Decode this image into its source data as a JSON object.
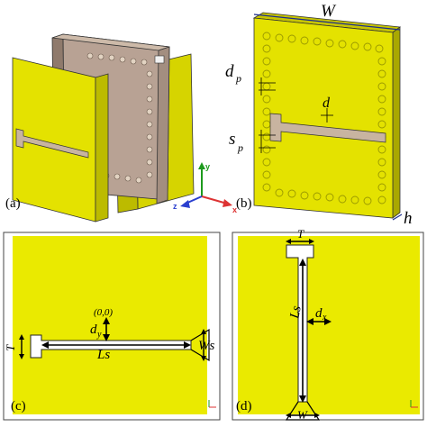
{
  "panels": {
    "a": {
      "label": "(a)"
    },
    "b": {
      "label": "(b)"
    },
    "c": {
      "label": "(c)"
    },
    "d": {
      "label": "(d)"
    }
  },
  "axes": {
    "y": "y",
    "z": "z",
    "x": "x"
  },
  "dims": {
    "W": "W",
    "h": "h",
    "dp": "d",
    "dp_sub": "p",
    "d": "d",
    "sp": "s",
    "sp_sub": "p",
    "origin": "(0,0)",
    "dy": "d",
    "dy_sub": "y",
    "Ls": "Ls",
    "Ws": "Ws",
    "T": "T",
    "dx": "d",
    "dx_sub": "x",
    "W_bottom": "W"
  },
  "colors": {
    "substrate": "#e8e600",
    "substrate_dark": "#b9b800",
    "cavity": "#b8a294",
    "cavity_dark": "#8f7a6c",
    "slot": "#c8b4a0",
    "via": "#c9b39f",
    "outline": "#333333"
  }
}
